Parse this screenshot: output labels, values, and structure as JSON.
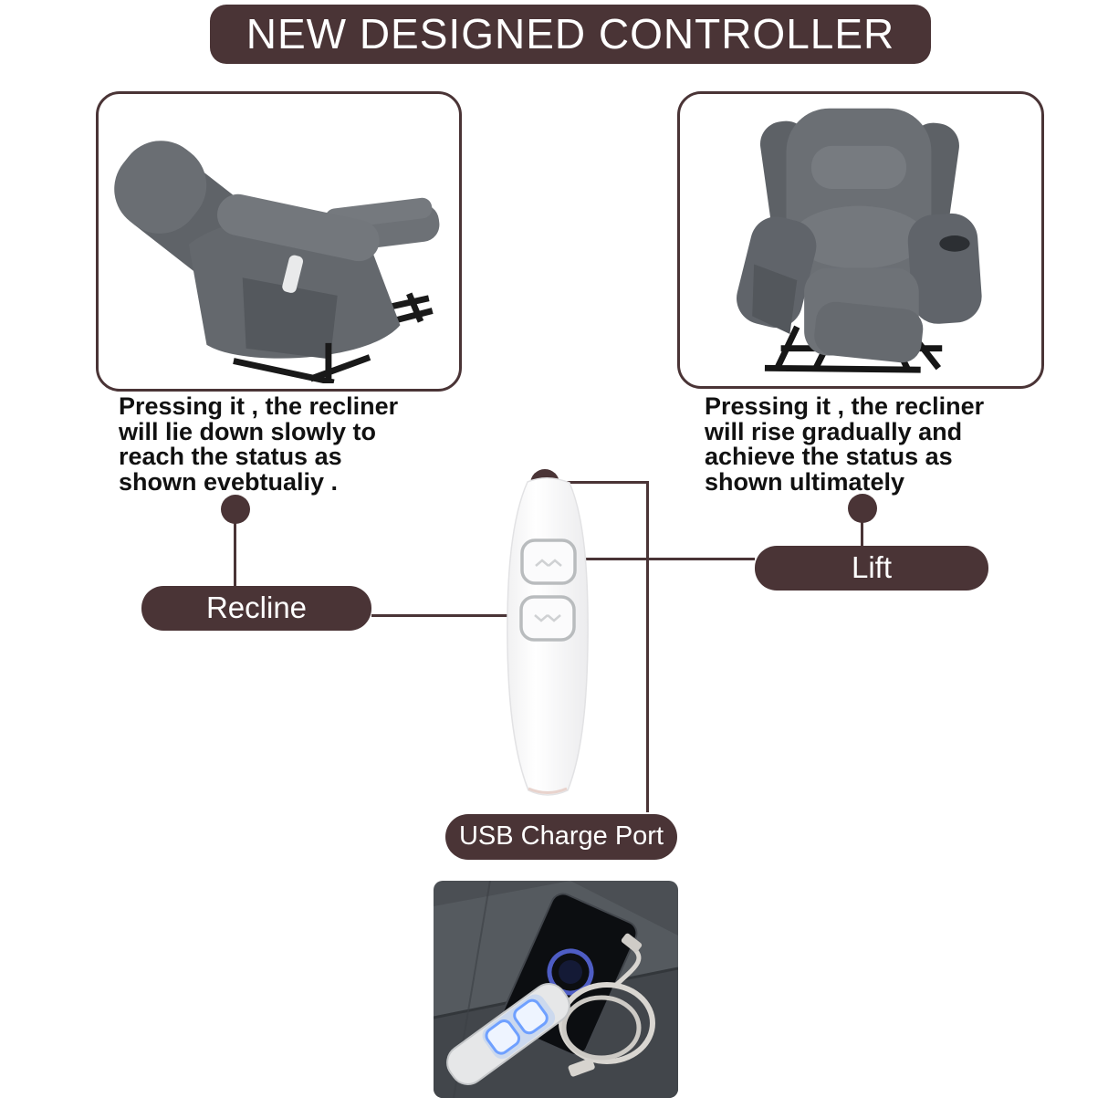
{
  "title": "NEW DESIGNED CONTROLLER",
  "panels": {
    "left": {
      "caption": "Pressing it , the recliner\nwill lie down slowly to\nreach the status as\nshown evebtualiy .",
      "image": "recliner-reclined-side-view"
    },
    "right": {
      "caption": "Pressing it , the recliner\nwill rise gradually and\nachieve the status as\nshown ultimately",
      "image": "recliner-lifted-position"
    }
  },
  "labels": {
    "recline": "Recline",
    "lift": "Lift",
    "usb": "USB Charge Port"
  },
  "remote": {
    "buttons": [
      {
        "name": "lift-button",
        "icon": "up-arrows-icon"
      },
      {
        "name": "recline-button",
        "icon": "down-arrows-icon"
      }
    ]
  },
  "colors": {
    "brand_brown": "#4a3436",
    "chair_gray": "#6b6f74",
    "button_glow_blue": "#6fa0ff"
  }
}
